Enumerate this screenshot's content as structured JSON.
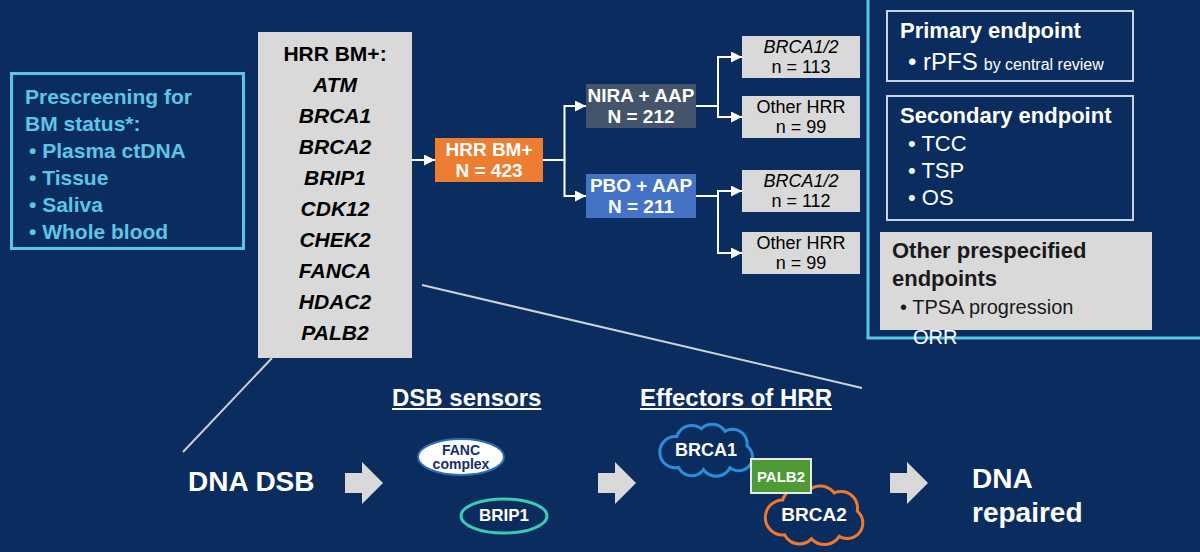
{
  "diagram": {
    "nodes": [
      {
        "text": [
          "Prescreening for BM status*:",
          "• Plasma ctDNA",
          "• Tissue",
          "• Saliva",
          "• Whole blood"
        ]
      },
      {
        "text": [
          "HRR BM+:",
          "ATM",
          "BRCA1",
          "BRCA2",
          "BRIP1",
          "CDK12",
          "CHEK2",
          "FANCA",
          "HDAC2",
          "PALB2"
        ]
      },
      {
        "text": [
          "HRR BM+",
          "N = 423"
        ]
      },
      {
        "text": [
          "NIRA + AAP",
          "N = 212"
        ]
      },
      {
        "text": [
          "BRCA1/2",
          "n = 113"
        ]
      },
      {
        "text": [
          "Other HRR",
          "n = 99"
        ]
      },
      {
        "text": [
          "PBO + AAP",
          "N = 211"
        ]
      },
      {
        "text": [
          "BRCA1/2",
          "n = 112"
        ]
      },
      {
        "text": [
          "Other HRR",
          "n = 99"
        ]
      },
      {
        "text": [
          "Primary endpoint",
          "• rPFS",
          "by central review"
        ]
      },
      {
        "text": [
          "Secondary endpoint",
          "• TCC",
          "• TSP",
          "• OS"
        ]
      },
      {
        "text": [
          "Other prespecified endpoints",
          "• TPSA progression"
        ]
      },
      {
        "text": [
          "FANC complex"
        ]
      },
      {
        "text": [
          "BRIP1"
        ]
      },
      {
        "text": [
          "BRCA1"
        ]
      },
      {
        "text": [
          "PALB2"
        ]
      },
      {
        "text": [
          "BRCA2"
        ]
      }
    ],
    "edges": [
      {
        "from": 1,
        "to": 2,
        "arrow": "to"
      },
      {
        "from": 2,
        "to": 3,
        "arrow": "to"
      },
      {
        "from": 2,
        "to": 6,
        "arrow": "to"
      },
      {
        "from": 3,
        "to": 4,
        "arrow": "to"
      },
      {
        "from": 3,
        "to": 5,
        "arrow": "to"
      },
      {
        "from": 6,
        "to": 7,
        "arrow": "to"
      },
      {
        "from": 6,
        "to": 8,
        "arrow": "to"
      }
    ],
    "labels": [
      "ORR",
      "DNA DSB",
      "DSB sensors",
      "Effectors of HRR",
      "DNA repaired"
    ]
  }
}
